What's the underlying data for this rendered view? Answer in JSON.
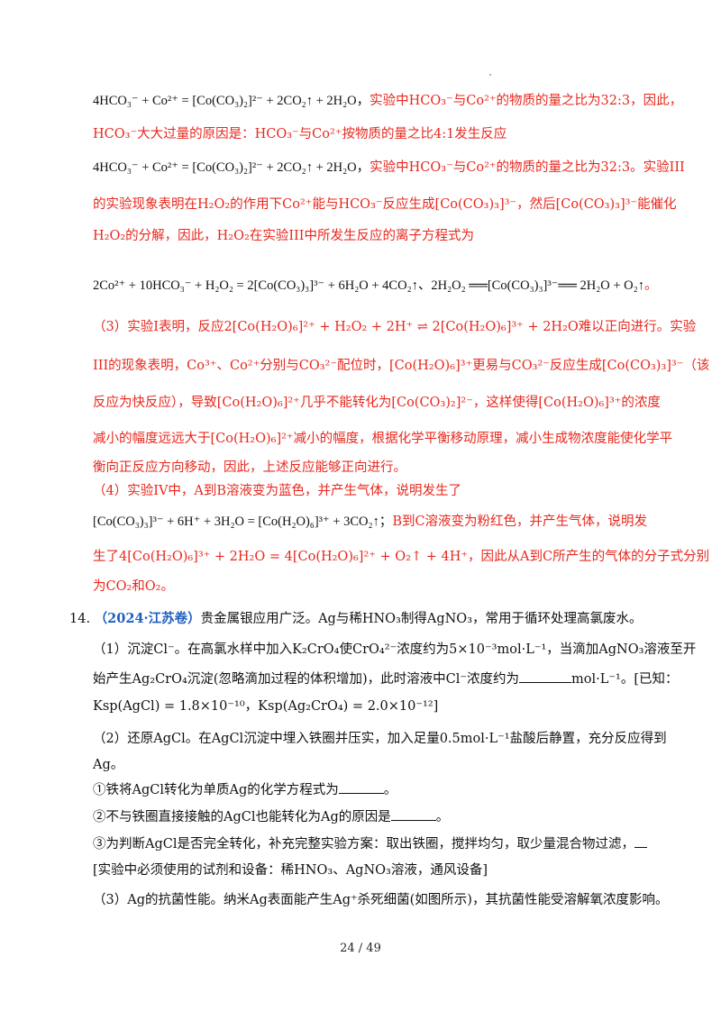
{
  "lines": [
    {
      "eq": "4HCO₃⁻ + Co²⁺ = [Co(CO₃)₂]²⁻ + 2CO₂↑ + 2H₂O，",
      "red": "实验中HCO₃⁻与Co²⁺的物质的量之比为32:3，因此，"
    },
    {
      "red": "HCO₃⁻大大过量的原因是：HCO₃⁻与Co²⁺按物质的量之比4:1发生反应"
    },
    {
      "eq": "4HCO₃⁻ + Co²⁺ = [Co(CO₃)₂]²⁻ + 2CO₂↑ + 2H₂O，",
      "red": "实验中HCO₃⁻与Co²⁺的物质的量之比为32:3。实验III"
    },
    {
      "red": "的实验现象表明在H₂O₂的作用下Co²⁺能与HCO₃⁻反应生成[Co(CO₃)₃]³⁻，然后[Co(CO₃)₃]³⁻能催化"
    },
    {
      "red": "H₂O₂的分解，因此，H₂O₂在实验III中所发生反应的离子方程式为"
    },
    {
      "eq": "2Co²⁺ + 10HCO₃⁻ + H₂O₂ = 2[Co(CO₃)₃]³⁻ + 6H₂O + 4CO₂↑、2H₂O₂ ══[Co(CO₃)₃]³⁻══ 2H₂O + O₂↑",
      "red": "。"
    },
    {
      "red": "（3）实验I表明，反应2[Co(H₂O)₆]²⁺ + H₂O₂ + 2H⁺ ⇌ 2[Co(H₂O)₆]³⁺ + 2H₂O难以正向进行。实验"
    },
    {
      "red": "III的现象表明，Co³⁺、Co²⁺分别与CO₃²⁻配位时，[Co(H₂O)₆]³⁺更易与CO₃²⁻反应生成[Co(CO₃)₃]³⁻（该"
    },
    {
      "red": "反应为快反应），导致[Co(H₂O)₆]²⁺几乎不能转化为[Co(CO₃)₂]²⁻，这样使得[Co(H₂O)₆]³⁺的浓度"
    },
    {
      "red": "减小的幅度远远大于[Co(H₂O)₆]²⁺减小的幅度，根据化学平衡移动原理，减小生成物浓度能使化学平"
    },
    {
      "red": "衡向正反应方向移动，因此，上述反应能够正向进行。"
    },
    {
      "red": "（4）实验IV中，A到B溶液变为蓝色，并产生气体，说明发生了"
    },
    {
      "eq": "[Co(CO₃)₃]³⁻ + 6H⁺ + 3H₂O = [Co(H₂O)₆]³⁺ + 3CO₂↑；",
      "red": "B到C溶液变为粉红色，并产生气体，说明发"
    },
    {
      "red": "生了4[Co(H₂O)₆]³⁺ + 2H₂O = 4[Co(H₂O)₆]²⁺ + O₂↑ + 4H⁺，因此从A到C所产生的气体的分子式分别"
    },
    {
      "red": "为CO₂和O₂。"
    }
  ],
  "q14": {
    "number": "14.",
    "source": "（2024·江苏卷）",
    "intro": "贵金属银应用广泛。Ag与稀HNO₃制得AgNO₃，常用于循环处理高氯废水。",
    "p1a": "（1）沉淀Cl⁻。在高氯水样中加入K₂CrO₄使CrO₄²⁻浓度约为5×10⁻³mol·L⁻¹，当滴加AgNO₃溶液至开",
    "p1b_pre": "始产生Ag₂CrO₄沉淀(忽略滴加过程的体积增加)，此时溶液中Cl⁻浓度约为",
    "p1b_post": "mol·L⁻¹。[已知：",
    "p1c": "Ksp(AgCl) = 1.8×10⁻¹⁰，Ksp(Ag₂CrO₄) = 2.0×10⁻¹²]",
    "p2a": "（2）还原AgCl。在AgCl沉淀中埋入铁圈并压实，加入足量0.5mol·L⁻¹盐酸后静置，充分反应得到",
    "p2b": "Ag。",
    "p2c_pre": "①铁将AgCl转化为单质Ag的化学方程式为",
    "p2c_post": "。",
    "p2d_pre": "②不与铁圈直接接触的AgCl也能转化为Ag的原因是",
    "p2d_post": "。",
    "p2e": "③为判断AgCl是否完全转化，补充完整实验方案：取出铁圈，搅拌均匀，取少量混合物过滤，",
    "p2f": "[实验中必须使用的试剂和设备：稀HNO₃、AgNO₃溶液，通风设备]",
    "p3": "（3）Ag的抗菌性能。纳米Ag表面能产生Ag⁺杀死细菌(如图所示)，其抗菌性能受溶解氧浓度影响。"
  },
  "footer": "24 / 49"
}
